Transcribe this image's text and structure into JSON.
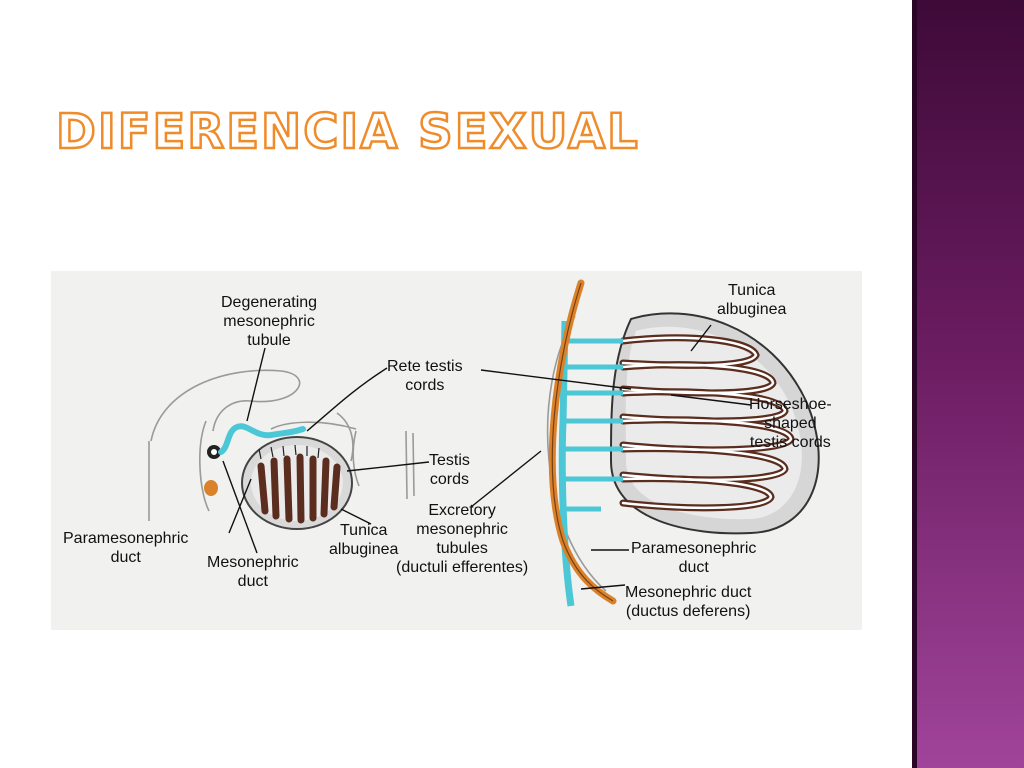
{
  "slide": {
    "title": "DIFERENCIA SEXUAL"
  },
  "colors": {
    "accent": "#f08b2a",
    "side_band": "#6a1c60",
    "figure_bg": "#f1f1ef",
    "mesonephric": "#4cc7d6",
    "paramesonephric": "#d9822b",
    "testis_cord": "#5a2d1e"
  },
  "figure": {
    "labels": {
      "degenerating": [
        "Degenerating",
        "mesonephric",
        "tubule"
      ],
      "rete_testis": [
        "Rete testis",
        "cords"
      ],
      "testis_cords": [
        "Testis",
        "cords"
      ],
      "paramesonephric_left": [
        "Paramesonephric",
        "duct"
      ],
      "mesonephric_left": [
        "Mesonephric",
        "duct"
      ],
      "tunica_left": [
        "Tunica",
        "albuginea"
      ],
      "excretory": [
        "Excretory",
        "mesonephric",
        "tubules",
        "(ductuli efferentes)"
      ],
      "tunica_right": [
        "Tunica",
        "albuginea"
      ],
      "horseshoe": [
        "Horseshoe-",
        "shaped",
        "testis cords"
      ],
      "paramesonephric_right": [
        "Paramesonephric",
        "duct"
      ],
      "mesonephric_right": [
        "Mesonephric duct",
        "(ductus deferens)"
      ]
    }
  }
}
